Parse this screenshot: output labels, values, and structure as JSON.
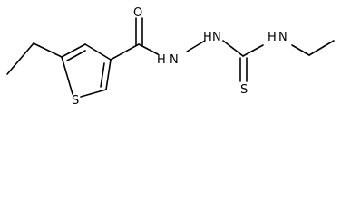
{
  "molecule": {
    "atoms": {
      "carbonyl_o": "O",
      "hydrazide_nh": "N",
      "hydrazide_nh_h": "H",
      "hydrazine_nh": "N",
      "hydrazine_nh_h": "H",
      "amine_n": "N",
      "amine_h": "H",
      "thiophene_s": "S",
      "thione_s": "S"
    }
  }
}
